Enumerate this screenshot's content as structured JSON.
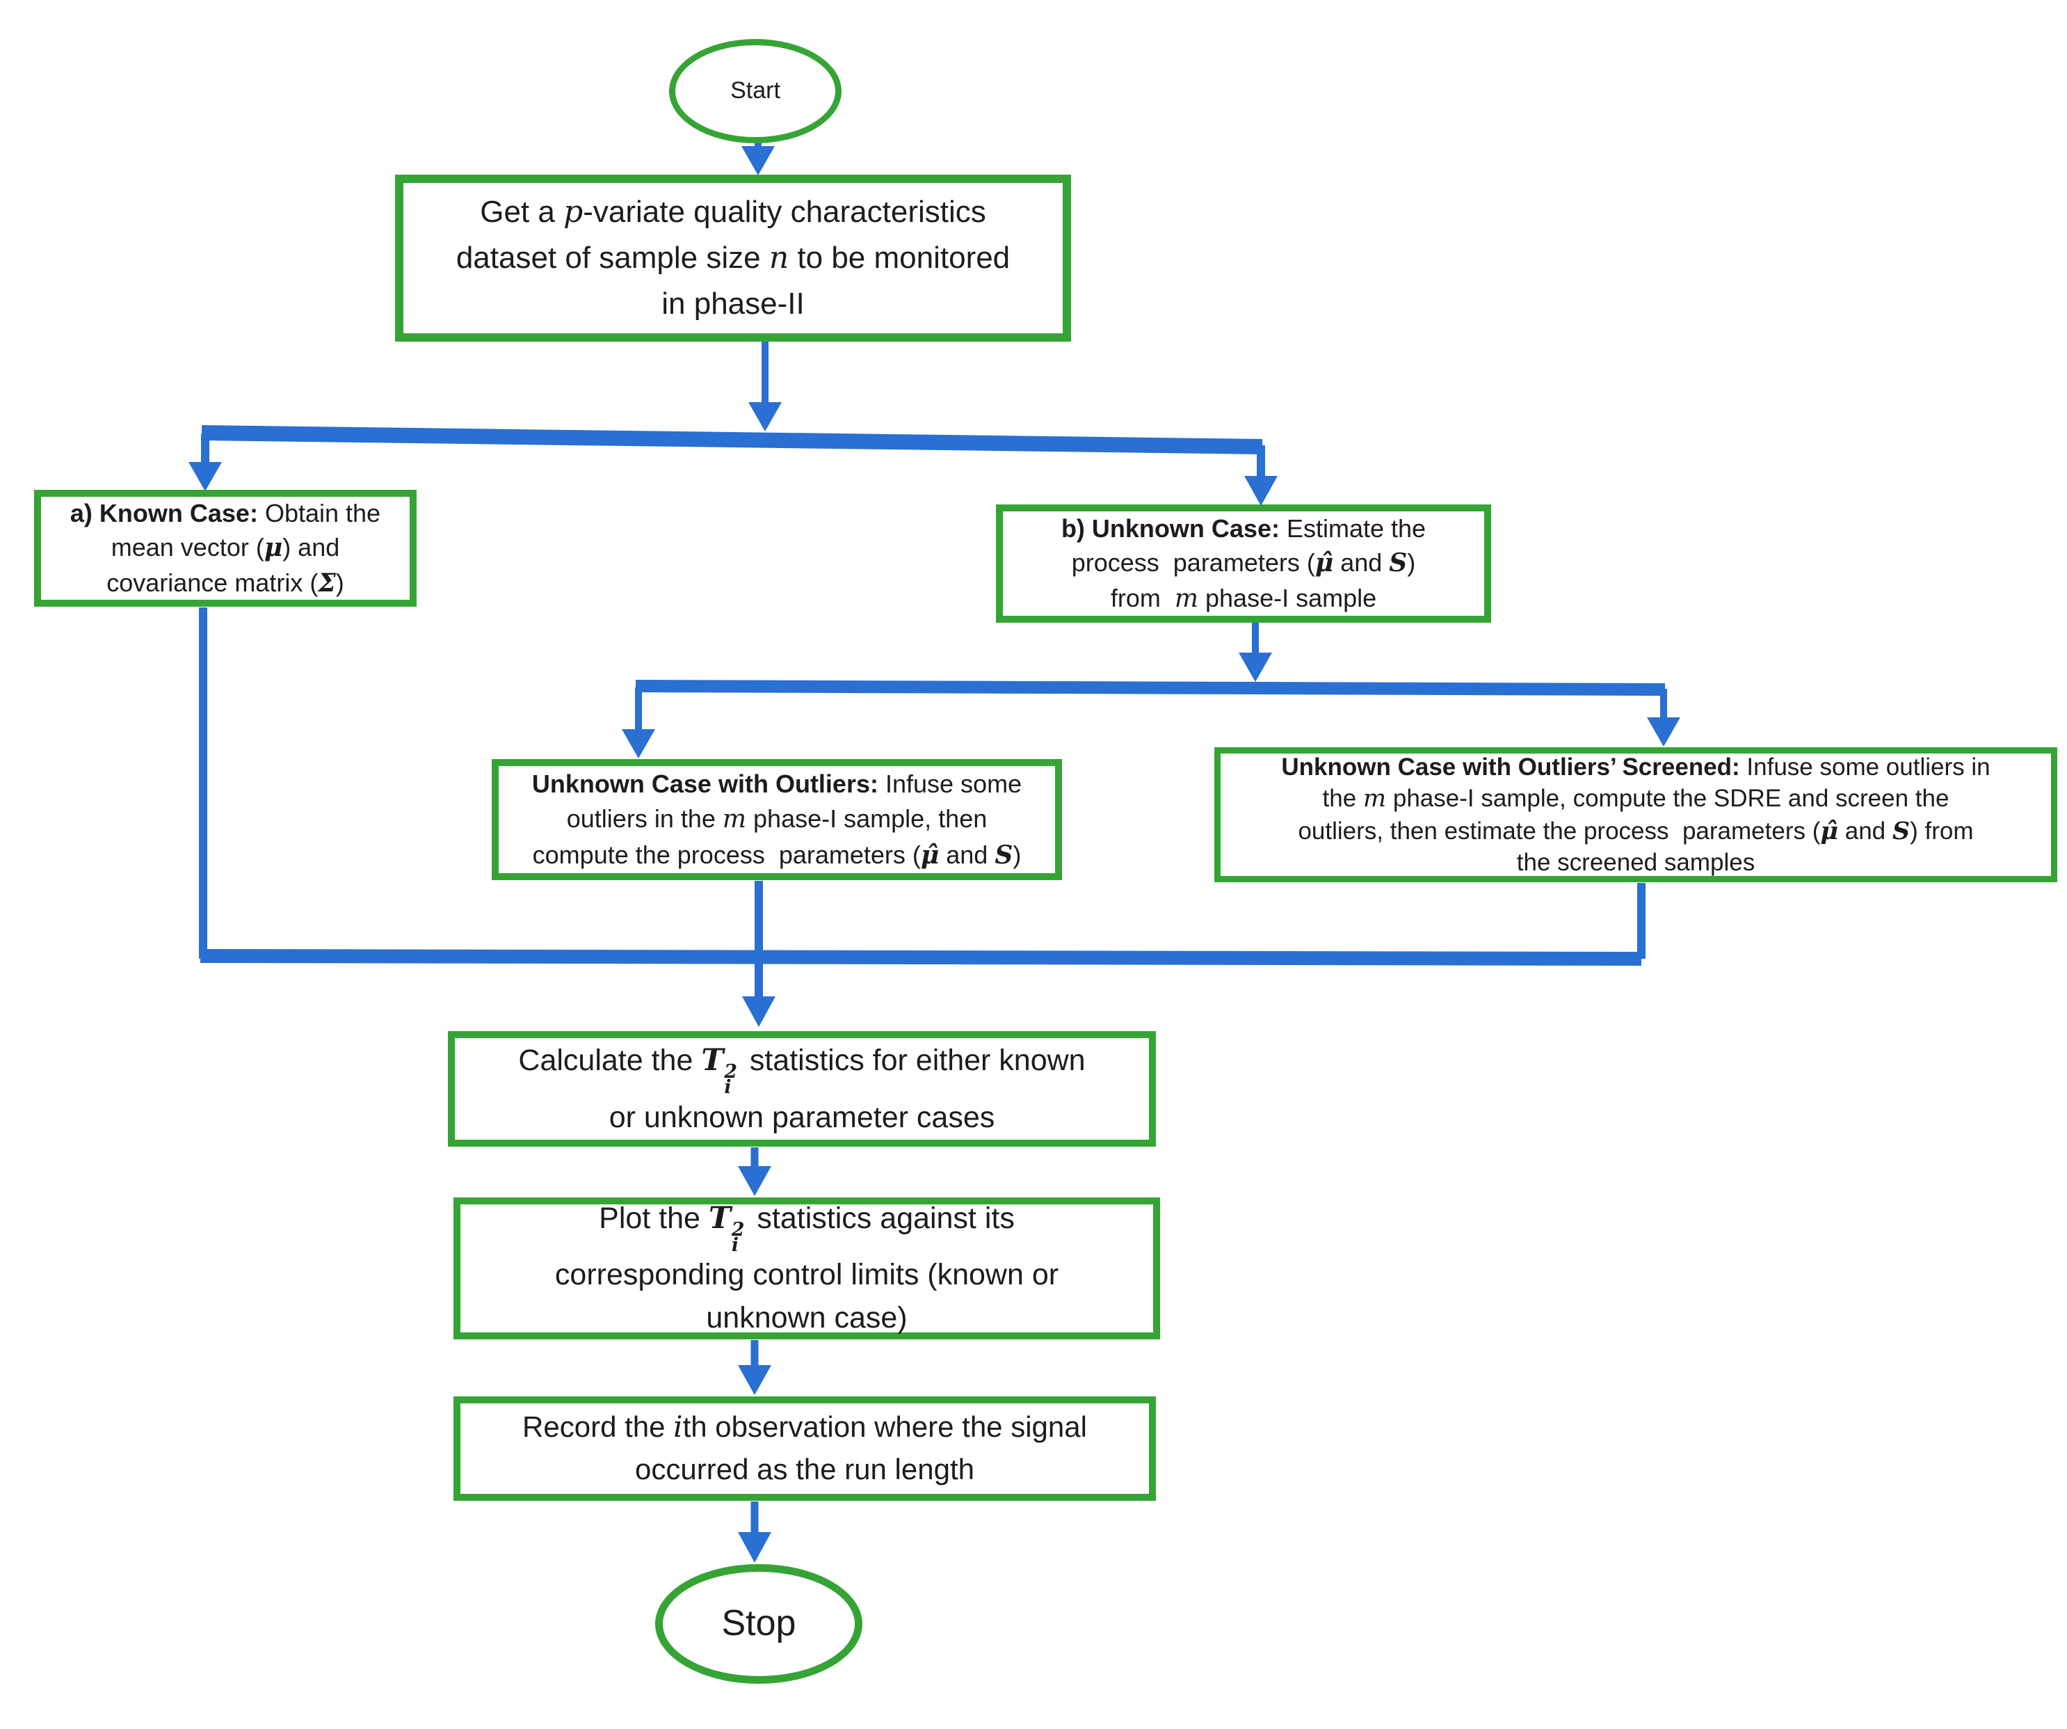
{
  "colors": {
    "green": "#35a435",
    "blue": "#2a6fd2",
    "ink": "#1c1c1c",
    "bg": "#ffffff"
  },
  "nodes": {
    "start": {
      "label": "Start"
    },
    "get_data": {
      "lines": [
        [
          {
            "t": "Get a ",
            "s": "n"
          },
          {
            "t": "p",
            "s": "i"
          },
          {
            "t": "-variate quality characteristics",
            "s": "n"
          }
        ],
        [
          {
            "t": "dataset of sample size ",
            "s": "n"
          },
          {
            "t": "n",
            "s": "i"
          },
          {
            "t": " to be monitored",
            "s": "n"
          }
        ],
        [
          {
            "t": "in phase-II",
            "s": "n"
          }
        ]
      ]
    },
    "known": {
      "lines": [
        [
          {
            "t": "a) Known Case:",
            "s": "b"
          },
          {
            "t": " Obtain the",
            "s": "n"
          }
        ],
        [
          {
            "t": "mean vector (",
            "s": "n"
          },
          {
            "t": "μ",
            "s": "bi"
          },
          {
            "t": ") and",
            "s": "n"
          }
        ],
        [
          {
            "t": "covariance matrix (",
            "s": "n"
          },
          {
            "t": "Σ",
            "s": "bi"
          },
          {
            "t": ")",
            "s": "n"
          }
        ]
      ]
    },
    "unknown": {
      "lines": [
        [
          {
            "t": "b) Unknown Case:",
            "s": "b"
          },
          {
            "t": " Estimate the",
            "s": "n"
          }
        ],
        [
          {
            "t": "process  parameters (",
            "s": "n"
          },
          {
            "t": "μ̂",
            "s": "bi"
          },
          {
            "t": " and ",
            "s": "n"
          },
          {
            "t": "S",
            "s": "bi"
          },
          {
            "t": ")",
            "s": "n"
          }
        ],
        [
          {
            "t": "from  ",
            "s": "n"
          },
          {
            "t": "m",
            "s": "i"
          },
          {
            "t": " phase-I sample",
            "s": "n"
          }
        ]
      ]
    },
    "outliers": {
      "lines": [
        [
          {
            "t": "Unknown Case with Outliers:",
            "s": "b"
          },
          {
            "t": " Infuse some",
            "s": "n"
          }
        ],
        [
          {
            "t": "outliers in the ",
            "s": "n"
          },
          {
            "t": "m",
            "s": "i"
          },
          {
            "t": " phase-I sample, then",
            "s": "n"
          }
        ],
        [
          {
            "t": "compute the process  parameters (",
            "s": "n"
          },
          {
            "t": "μ̂",
            "s": "bi"
          },
          {
            "t": " and ",
            "s": "n"
          },
          {
            "t": "S",
            "s": "bi"
          },
          {
            "t": ")",
            "s": "n"
          }
        ]
      ]
    },
    "screened": {
      "lines": [
        [
          {
            "t": "Unknown Case with Outliers’ Screened:",
            "s": "b"
          },
          {
            "t": " Infuse some outliers in",
            "s": "n"
          }
        ],
        [
          {
            "t": "the ",
            "s": "n"
          },
          {
            "t": "m",
            "s": "i"
          },
          {
            "t": " phase-I sample, compute the SDRE and screen the",
            "s": "n"
          }
        ],
        [
          {
            "t": "outliers, then estimate the process  parameters (",
            "s": "n"
          },
          {
            "t": "μ̂",
            "s": "bi"
          },
          {
            "t": " and ",
            "s": "n"
          },
          {
            "t": "S",
            "s": "bi"
          },
          {
            "t": ") from",
            "s": "n"
          }
        ],
        [
          {
            "t": "the screened samples",
            "s": "n"
          }
        ]
      ]
    },
    "calculate": {
      "lines": [
        [
          {
            "t": "Calculate the ",
            "s": "n"
          },
          {
            "t": "T",
            "s": "bi"
          },
          {
            "s": "stk",
            "sup": "2",
            "sub": "i"
          },
          {
            "t": " statistics for either known",
            "s": "n"
          }
        ],
        [
          {
            "t": "or unknown parameter cases",
            "s": "n"
          }
        ]
      ]
    },
    "plot": {
      "lines": [
        [
          {
            "t": "Plot the ",
            "s": "n"
          },
          {
            "t": "T",
            "s": "bi"
          },
          {
            "s": "stk",
            "sup": "2",
            "sub": "i"
          },
          {
            "t": " statistics against its",
            "s": "n"
          }
        ],
        [
          {
            "t": "corresponding control limits (known or",
            "s": "n"
          }
        ],
        [
          {
            "t": "unknown case)",
            "s": "n"
          }
        ]
      ]
    },
    "record": {
      "lines": [
        [
          {
            "t": "Record the ",
            "s": "n"
          },
          {
            "t": "i",
            "s": "i"
          },
          {
            "t": "th observation where the signal",
            "s": "n"
          }
        ],
        [
          {
            "t": "occurred as the run length",
            "s": "n"
          }
        ]
      ]
    },
    "stop": {
      "label": "Stop"
    }
  }
}
